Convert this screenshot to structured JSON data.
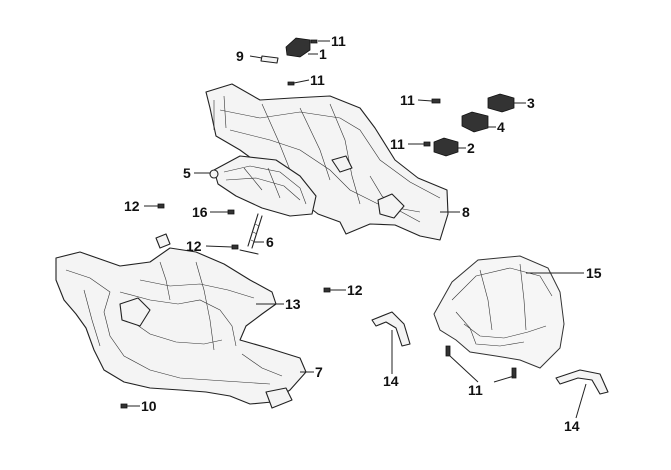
{
  "callouts": {
    "c1": "1",
    "c2": "2",
    "c3": "3",
    "c4": "4",
    "c5": "5",
    "c6": "6",
    "c7": "7",
    "c8": "8",
    "c9": "9",
    "c10": "10",
    "c11a": "11",
    "c11b": "11",
    "c11c": "11",
    "c11d": "11",
    "c11e": "11",
    "c12a": "12",
    "c12b": "12",
    "c12c": "12",
    "c13": "13",
    "c14a": "14",
    "c14b": "14",
    "c15": "15",
    "c16": "16"
  }
}
